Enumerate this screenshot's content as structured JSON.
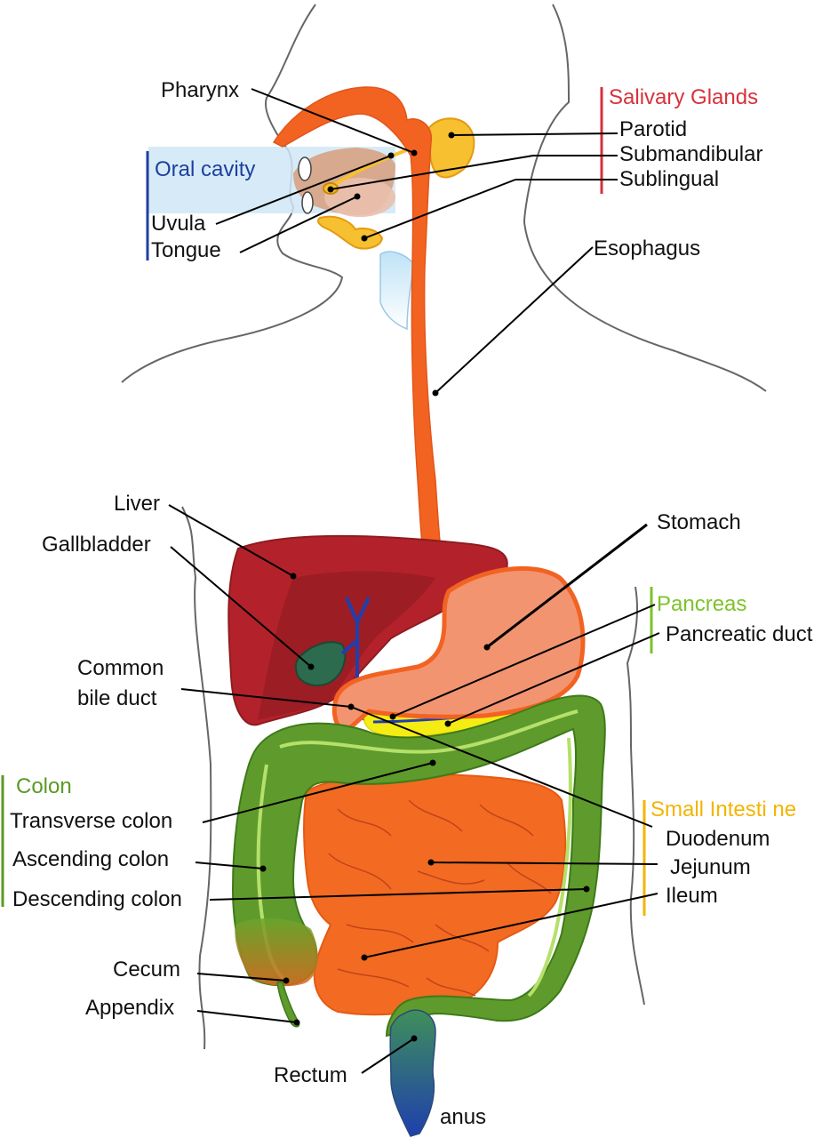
{
  "colors": {
    "salivary": "#d9313b",
    "oral": "#1f3f9f",
    "pancreas": "#7ec22a",
    "colon": "#5a9a24",
    "small_intestine": "#f4b400",
    "esophagus": "#f26322",
    "liver": "#b3222a",
    "stomach": "#f39470",
    "gallbladder": "#2c6b4e",
    "intestine": "#f36a22"
  },
  "groups": {
    "salivary_glands": "Salivary Glands",
    "oral_cavity": "Oral cavity",
    "pancreas": "Pancreas",
    "colon": "Colon",
    "small_intestine": "Small Intesti ne"
  },
  "labels": {
    "pharynx": "Pharynx",
    "parotid": "Parotid",
    "submandibular": "Submandibular",
    "sublingual": "Sublingual",
    "uvula": "Uvula",
    "tongue": "Tongue",
    "esophagus": "Esophagus",
    "liver": "Liver",
    "gallbladder": "Gallbladder",
    "stomach": "Stomach",
    "pancreatic_duct": "Pancreatic duct",
    "common_bile_duct_1": "Common",
    "common_bile_duct_2": "bile duct",
    "transverse_colon": "Transverse colon",
    "ascending_colon": "Ascending colon",
    "descending_colon": "Descending colon",
    "duodenum": "Duodenum",
    "jejunum": "Jejunum",
    "ileum": "Ileum",
    "cecum": "Cecum",
    "appendix": "Appendix",
    "rectum": "Rectum",
    "anus": "anus"
  }
}
